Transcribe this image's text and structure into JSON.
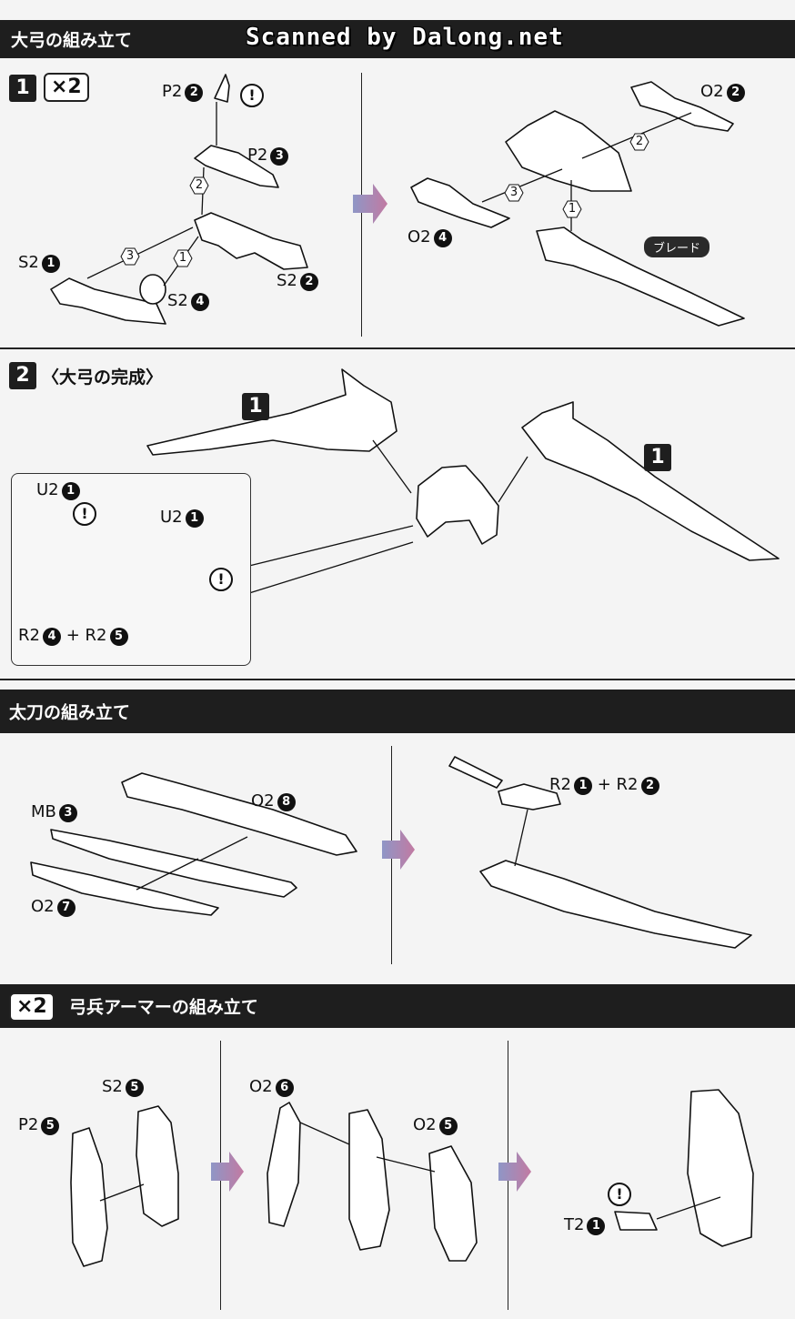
{
  "watermark": "Scanned by Dalong.net",
  "sec1": {
    "title": "大弓の組み立て",
    "step": "1",
    "multiplier": "×2",
    "labels": {
      "p2_2": "P2",
      "p2_2n": "2",
      "p2_3": "P2",
      "p2_3n": "3",
      "s2_1": "S2",
      "s2_1n": "1",
      "s2_2": "S2",
      "s2_2n": "2",
      "s2_4": "S2",
      "s2_4n": "4",
      "o2_2": "O2",
      "o2_2n": "2",
      "o2_4": "O2",
      "o2_4n": "4"
    },
    "order": [
      "1",
      "2",
      "3"
    ],
    "warn": "!",
    "blade_tag": "ブレード"
  },
  "sec2": {
    "step": "2",
    "subtitle": "〈大弓の完成〉",
    "ref_step": "1",
    "labels": {
      "u2": "U2",
      "u2n": "1",
      "r2a": "R2",
      "r2an": "4",
      "plus": "+",
      "r2b": "R2",
      "r2bn": "5"
    },
    "warn": "!"
  },
  "sec3": {
    "title": "太刀の組み立て",
    "labels": {
      "mb": "MB",
      "mbn": "3",
      "o2_8": "O2",
      "o2_8n": "8",
      "o2_7": "O2",
      "o2_7n": "7",
      "r2a": "R2",
      "r2an": "1",
      "plus": "+",
      "r2b": "R2",
      "r2bn": "2"
    }
  },
  "sec4": {
    "multiplier": "×2",
    "title": "弓兵アーマーの組み立て",
    "labels": {
      "p2_5": "P2",
      "p2_5n": "5",
      "s2_5": "S2",
      "s2_5n": "5",
      "o2_6": "O2",
      "o2_6n": "6",
      "o2_5": "O2",
      "o2_5n": "5",
      "t2": "T2",
      "t2n": "1"
    },
    "warn": "!"
  },
  "colors": {
    "band": "#1e1e1e",
    "arrow_gradient_start": "#9aa0c8",
    "arrow_gradient_end": "#c07aa0"
  }
}
